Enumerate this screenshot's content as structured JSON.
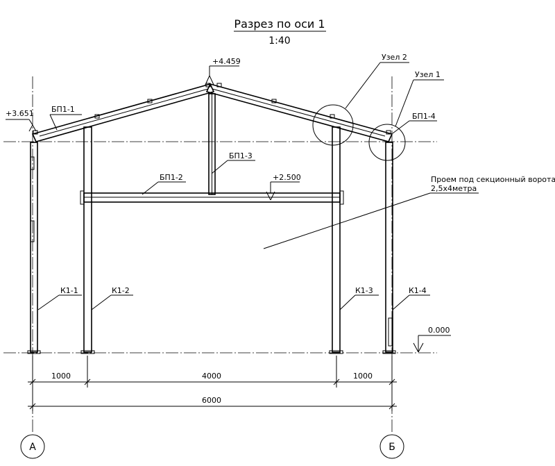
{
  "title": "Разрез по оси 1",
  "scale": "1:40",
  "elevations": {
    "ridge": "+4.459",
    "eave": "+3.651",
    "beam": "+2.500",
    "ground": "0.000"
  },
  "members": {
    "rafter_left": "БП1-1",
    "beam": "БП1-2",
    "strut": "БП1-3",
    "rafter_right": "БП1-4",
    "col1": "К1-1",
    "col2": "К1-2",
    "col3": "К1-3",
    "col4": "К1-4"
  },
  "nodes": {
    "node1": "Узел 1",
    "node2": "Узел 2"
  },
  "opening_note": {
    "line1": "Проем под секционный ворота",
    "line2": "2,5х4метра"
  },
  "dimensions": {
    "left_bay": "1000",
    "mid_bay": "4000",
    "right_bay": "1000",
    "total": "6000"
  },
  "axes": {
    "left": "А",
    "right": "Б"
  }
}
